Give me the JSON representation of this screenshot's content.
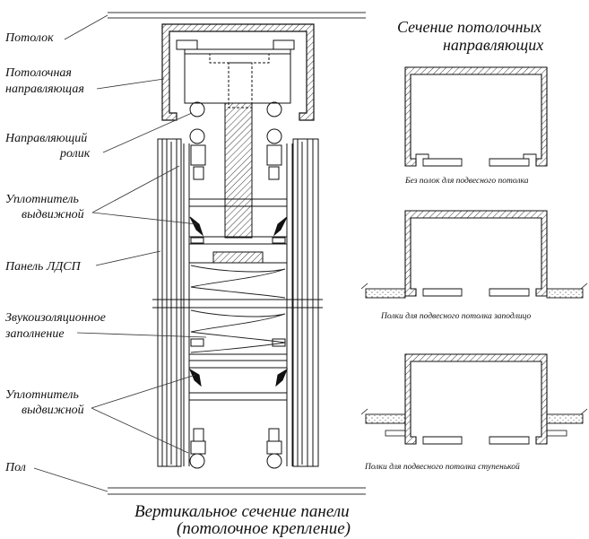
{
  "main_title": {
    "line1": "Вертикальное сечение панели",
    "line2": "(потолочное крепление)"
  },
  "left_labels": {
    "ceiling": "Потолок",
    "ceiling_guide_1": "Потолочная",
    "ceiling_guide_2": "направляющая",
    "roller_1": "Направляющий",
    "roller_2": "ролик",
    "seal_top_1": "Уплотнитель",
    "seal_top_2": "выдвижной",
    "panel": "Панель ЛДСП",
    "sound_1": "Звукоизоляционное",
    "sound_2": "заполнение",
    "seal_bottom_1": "Уплотнитель",
    "seal_bottom_2": "выдвижной",
    "floor": "Пол"
  },
  "right_panel": {
    "title_1": "Сечение потолочных",
    "title_2": "направляющих",
    "caption_1": "Без полок для подвесного потолка",
    "caption_2": "Полки для подвесного потолка заподлицо",
    "caption_3": "Полки для подвесного потолка ступенькой"
  }
}
